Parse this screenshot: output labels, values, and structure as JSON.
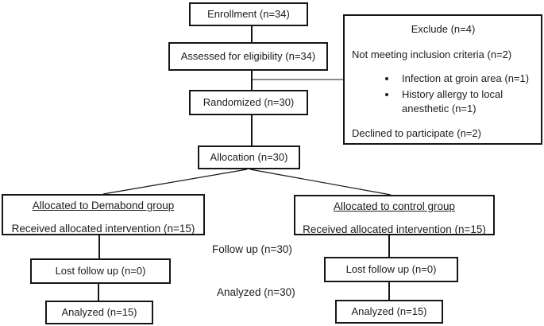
{
  "flowchart": {
    "enrollment": "Enrollment (n=34)",
    "assessed": "Assessed for eligibility (n=34)",
    "exclude_box": {
      "title": "Exclude (n=4)",
      "not_meeting": "Not meeting inclusion criteria (n=2)",
      "bullets": [
        "Infection at groin area (n=1)",
        "History allergy to local anesthetic (n=1)"
      ],
      "declined": "Declined to participate (n=2)"
    },
    "randomized": "Randomized (n=30)",
    "allocation": "Allocation (n=30)",
    "left_group": {
      "title": "Allocated to Demabond group",
      "subtitle": "Received allocated intervention (n=15)"
    },
    "right_group": {
      "title": "Allocated to control group",
      "subtitle": "Received allocated intervention (n=15)"
    },
    "followup_label": "Follow up (n=30)",
    "analyzed_label": "Analyzed (n=30)",
    "left_lost": "Lost follow up (n=0)",
    "right_lost": "Lost follow up (n=0)",
    "left_analyzed": "Analyzed (n=15)",
    "right_analyzed": "Analyzed (n=15)",
    "colors": {
      "line": "#161616",
      "text": "#1c1c1c",
      "background": "#ffffff"
    }
  }
}
